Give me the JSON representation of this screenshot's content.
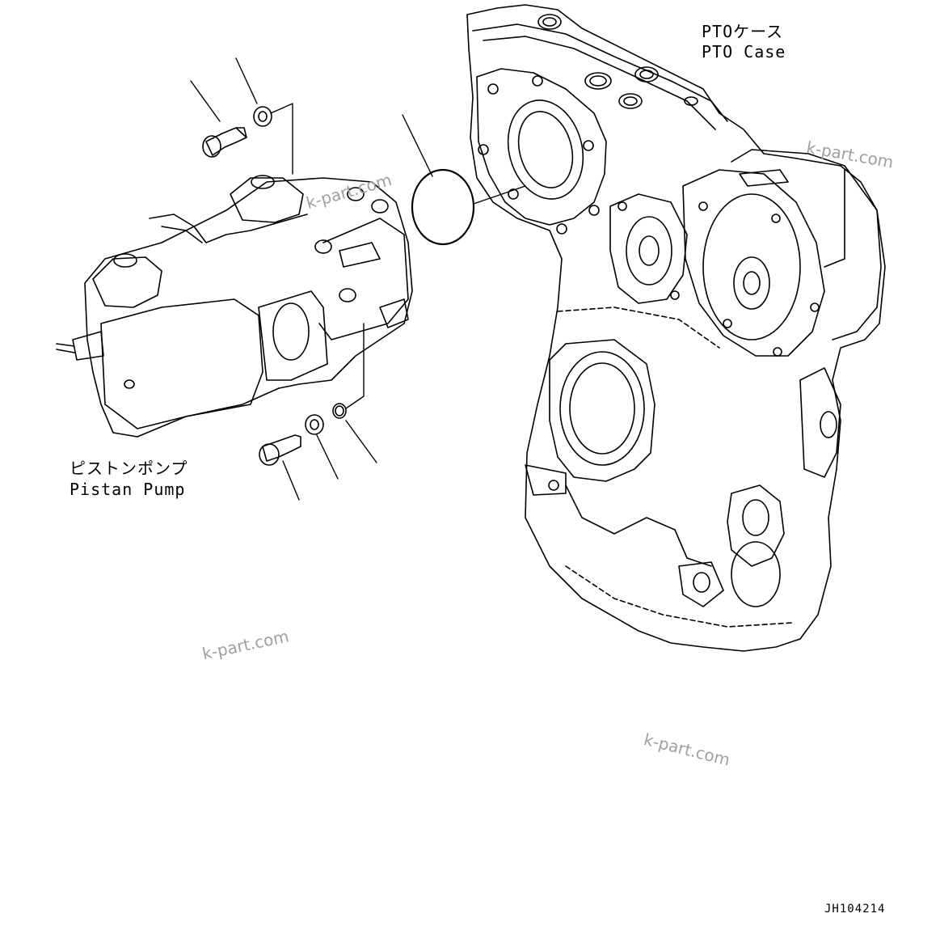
{
  "labels": {
    "pto_case_jp": "PTOケース",
    "pto_case_en": "PTO Case",
    "pump_jp": "ピストンポンプ",
    "pump_en": "Pistan Pump"
  },
  "watermarks": [
    "k-part.com",
    "k-part.com",
    "k-part.com",
    "k-part.com"
  ],
  "drawing_code": "JH104214",
  "colors": {
    "line": "#000000",
    "watermark": "#a0a0a0",
    "background": "#ffffff"
  }
}
